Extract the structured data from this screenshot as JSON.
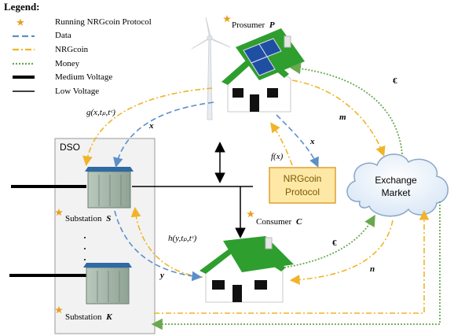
{
  "legend": {
    "title": "Legend:",
    "items": [
      {
        "label": "Running NRGcoin Protocol"
      },
      {
        "label": "Data"
      },
      {
        "label": "NRGcoin"
      },
      {
        "label": "Money"
      },
      {
        "label": "Medium Voltage"
      },
      {
        "label": "Low Voltage"
      }
    ]
  },
  "nodes": {
    "prosumer": {
      "label": "Prosumer",
      "symbol": "P"
    },
    "consumer": {
      "label": "Consumer",
      "symbol": "C"
    },
    "substation_s": {
      "label": "Substation",
      "symbol": "S"
    },
    "substation_k": {
      "label": "Substation",
      "symbol": "K"
    },
    "dso": {
      "label": "DSO"
    },
    "protocol_box": {
      "line1": "NRGcoin",
      "line2": "Protocol"
    },
    "market": {
      "line1": "Exchange",
      "line2": "Market"
    }
  },
  "flow_labels": {
    "g": "g(x,tₚ,tᶜ)",
    "x_top": "x",
    "fx": "f(x)",
    "x_mid": "x",
    "m": "m",
    "euro_top": "€",
    "h": "h(y,tₚ,tᶜ)",
    "y": "y",
    "euro_bottom": "€",
    "n": "n"
  },
  "colors": {
    "data": "#5b8fc9",
    "nrgcoin": "#f0b429",
    "money": "#6aa84f",
    "roof": "#2e9e2e",
    "star": "#e8a020",
    "box_fill": "#fde8a6",
    "box_stroke": "#e0a030"
  }
}
